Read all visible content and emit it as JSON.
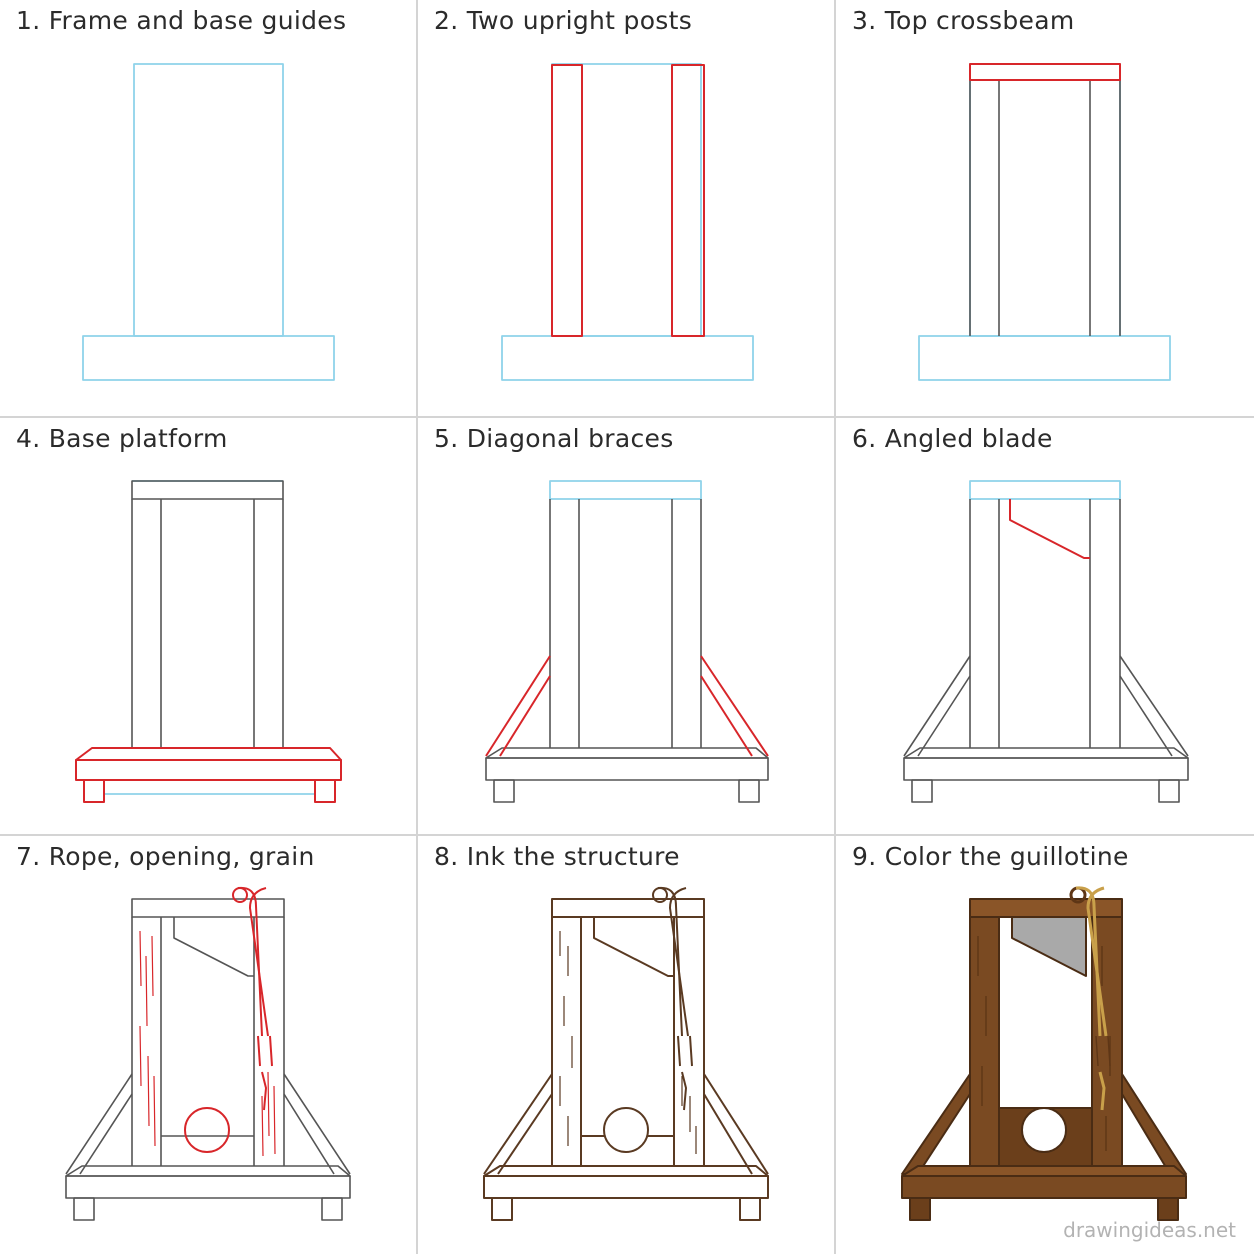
{
  "steps": [
    {
      "label": "1. Frame and base guides"
    },
    {
      "label": "2. Two upright posts"
    },
    {
      "label": "3. Top crossbeam"
    },
    {
      "label": "4. Base platform"
    },
    {
      "label": "5. Diagonal braces"
    },
    {
      "label": "6. Angled blade"
    },
    {
      "label": "7. Rope, opening, grain"
    },
    {
      "label": "8. Ink the structure"
    },
    {
      "label": "9. Color the guillotine"
    }
  ],
  "watermark": "drawingideas.net",
  "colors": {
    "guide": "#8fd3ea",
    "new_stroke": "#d8262a",
    "pencil": "#555555",
    "ink": "#5a3a22",
    "wood": "#7a4a22",
    "wood_dark": "#5e3616",
    "blade": "#a9a9a9",
    "rope": "#c9a04a"
  }
}
